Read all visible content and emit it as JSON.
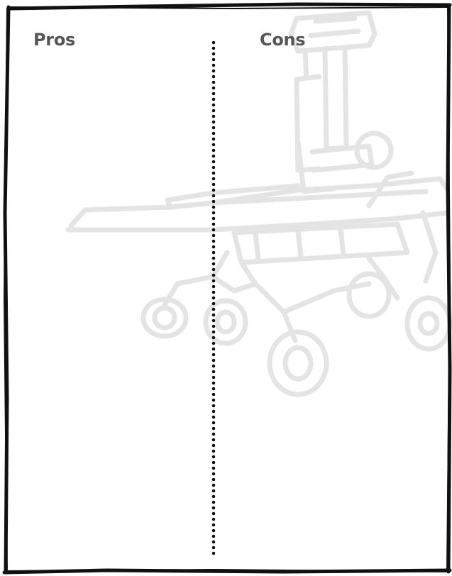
{
  "worksheet": {
    "pros_heading": "Pros",
    "cons_heading": "Cons",
    "background_illustration": "mars-rover-sketch",
    "colors": {
      "heading": "#555555",
      "frame": "#111111",
      "divider": "#111111",
      "illustration": "#e6e6e6"
    }
  }
}
